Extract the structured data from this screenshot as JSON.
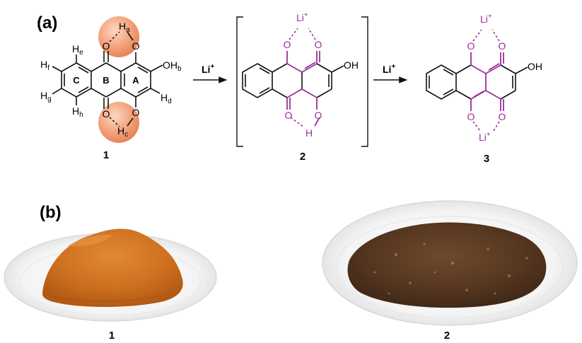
{
  "panels": {
    "a": "(a)",
    "b": "(b)"
  },
  "compounds": {
    "c1": {
      "number": "1",
      "rings": {
        "a": "A",
        "b": "B",
        "c": "C"
      },
      "hydrogens": {
        "a": {
          "base": "H",
          "sub": "a"
        },
        "c": {
          "base": "H",
          "sub": "c"
        },
        "d": {
          "base": "H",
          "sub": "d"
        },
        "e": {
          "base": "H",
          "sub": "e"
        },
        "f": {
          "base": "H",
          "sub": "f"
        },
        "g": {
          "base": "H",
          "sub": "g"
        },
        "h": {
          "base": "H",
          "sub": "h"
        }
      },
      "hydroxyl": {
        "base": "OH",
        "sub": "b"
      },
      "oxygen": "O"
    },
    "c2": {
      "number": "2",
      "hydroxyl": "OH",
      "oxygen": "O",
      "hydrogen": "H",
      "lithium": "Li",
      "charge": "+"
    },
    "c3": {
      "number": "3",
      "hydroxyl": "OH",
      "oxygen": "O",
      "lithium": "Li",
      "charge": "+"
    }
  },
  "arrows": [
    {
      "reagent": "Li",
      "charge": "+"
    },
    {
      "reagent": "Li",
      "charge": "+"
    }
  ],
  "photos": [
    {
      "label": "1"
    },
    {
      "label": "2"
    }
  ],
  "colors": {
    "bond": "#111111",
    "highlight": "#9b2e9b",
    "circle": "#ef9f78",
    "powder1": "#d07521",
    "powder2": "#5a3a22"
  }
}
